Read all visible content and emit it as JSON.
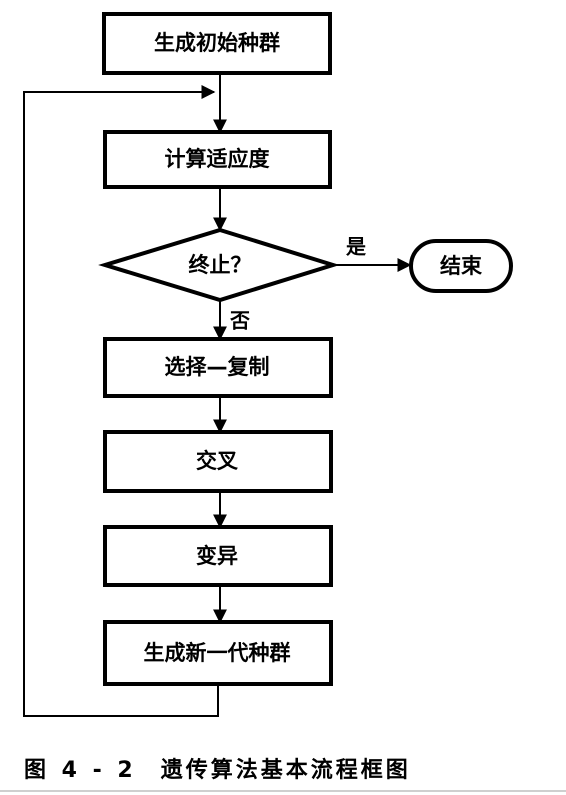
{
  "flowchart": {
    "nodes": {
      "init_population": "生成初始种群",
      "compute_fitness": "计算适应度",
      "terminate_check": "终止？",
      "end": "结束",
      "selection_copy": "选择—复制",
      "crossover": "交叉",
      "mutation": "变异",
      "new_generation": "生成新一代种群"
    },
    "edge_labels": {
      "yes": "是",
      "no": "否"
    }
  },
  "caption": {
    "figure_number": "图 4 - 2",
    "title": "遗传算法基本流程框图"
  }
}
